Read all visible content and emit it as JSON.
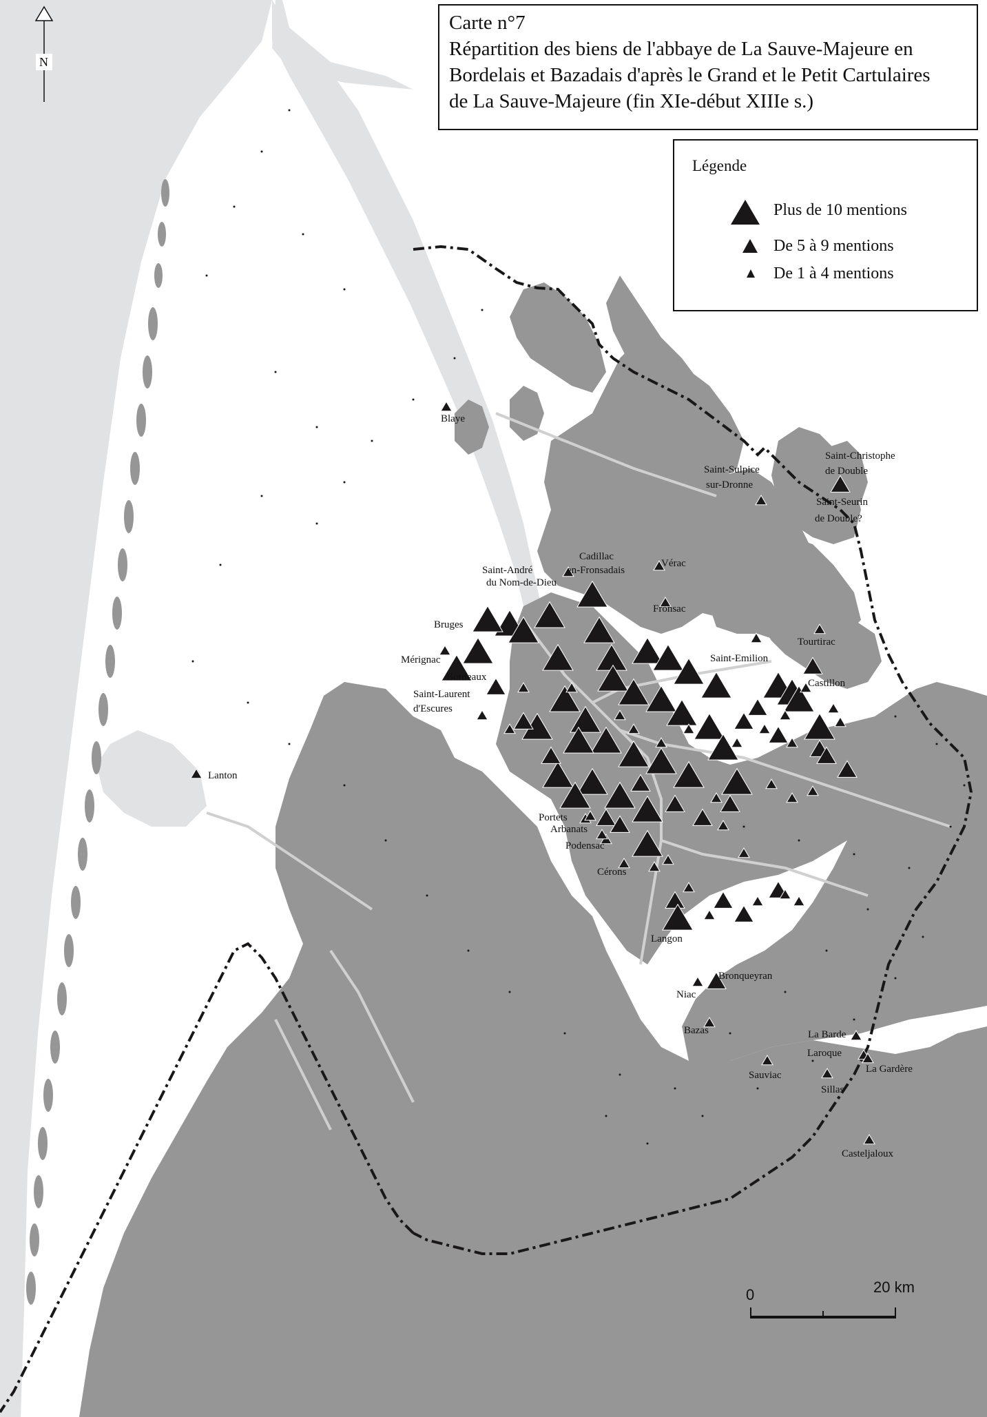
{
  "title": {
    "line1": "Carte n°7",
    "line2": "Répartition des biens de l'abbaye de La Sauve-Majeure en",
    "line3": "Bordelais et Bazadais d'après le Grand et le Petit Cartulaires",
    "line4": "de La Sauve-Majeure (fin XIe-début XIIIe s.)"
  },
  "legend": {
    "title": "Légende",
    "large": "Plus de 10 mentions",
    "medium": "De 5 à 9 mentions",
    "small": "De 1 à 4 mentions"
  },
  "north_label": "N",
  "scale": {
    "zero": "0",
    "end": "20 km"
  },
  "colors": {
    "sea": "#e1e2e4",
    "uplands": "#969696",
    "symbols": "#1a1718",
    "boundary": "#1a1718"
  },
  "places": [
    {
      "name": "Blaye",
      "size": "small"
    },
    {
      "name": "Saint-André",
      "size": "small"
    },
    {
      "name": "du Nom-de-Dieu",
      "size": ""
    },
    {
      "name": "Cadillac",
      "size": "large"
    },
    {
      "name": "en-Fronsadais",
      "size": ""
    },
    {
      "name": "Vérac",
      "size": "small"
    },
    {
      "name": "Fronsac",
      "size": "small"
    },
    {
      "name": "Saint-Sulpice",
      "size": "small"
    },
    {
      "name": "sur-Dronne",
      "size": ""
    },
    {
      "name": "Saint-Christophe",
      "size": "medium"
    },
    {
      "name": "de Double",
      "size": ""
    },
    {
      "name": "Saint-Seurin",
      "size": ""
    },
    {
      "name": "de Double?",
      "size": ""
    },
    {
      "name": "Bruges",
      "size": "large"
    },
    {
      "name": "Mérignac",
      "size": "small"
    },
    {
      "name": "Bordeaux",
      "size": "large"
    },
    {
      "name": "Saint-Laurent",
      "size": "large"
    },
    {
      "name": "d'Escures",
      "size": ""
    },
    {
      "name": "Saint-Emilion",
      "size": "small"
    },
    {
      "name": "Tourtirac",
      "size": "small"
    },
    {
      "name": "Castillon",
      "size": "medium"
    },
    {
      "name": "Lanton",
      "size": "small"
    },
    {
      "name": "Portets",
      "size": "large"
    },
    {
      "name": "Arbanats",
      "size": "small"
    },
    {
      "name": "Podensac",
      "size": "small"
    },
    {
      "name": "Cérons",
      "size": "small"
    },
    {
      "name": "Langon",
      "size": "large"
    },
    {
      "name": "Bronqueyran",
      "size": "medium"
    },
    {
      "name": "Niac",
      "size": "small"
    },
    {
      "name": "Bazas",
      "size": "small"
    },
    {
      "name": "La Barde",
      "size": "small"
    },
    {
      "name": "Laroque",
      "size": "small"
    },
    {
      "name": "La Gardère",
      "size": "small"
    },
    {
      "name": "Sauviac",
      "size": "small"
    },
    {
      "name": "Sillas",
      "size": "small"
    },
    {
      "name": "Casteljaloux",
      "size": "small"
    }
  ]
}
